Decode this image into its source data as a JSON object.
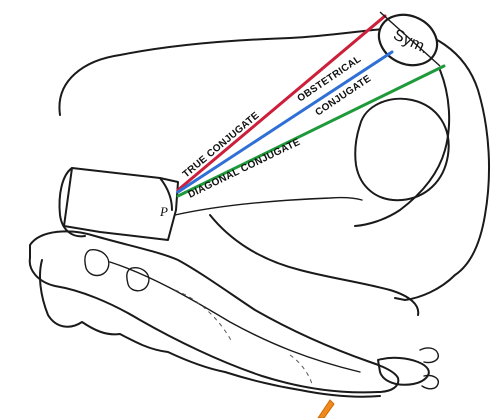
{
  "labels": {
    "symphysis": "Sym.",
    "promontory": "P",
    "true_conjugate": "TRUE CONJUGATE",
    "obstetrical_conjugate_line1": "OBSTETRICAL",
    "obstetrical_conjugate_line2": "CONJUGATE",
    "diagonal_conjugate": "DIAGONAL CONJUGATE"
  },
  "colors": {
    "true_conjugate": "#cc1f3a",
    "obstetrical_conjugate": "#2f6fd6",
    "diagonal_conjugate": "#1f9a3a",
    "annotation_arrow": "#f08a1c"
  }
}
